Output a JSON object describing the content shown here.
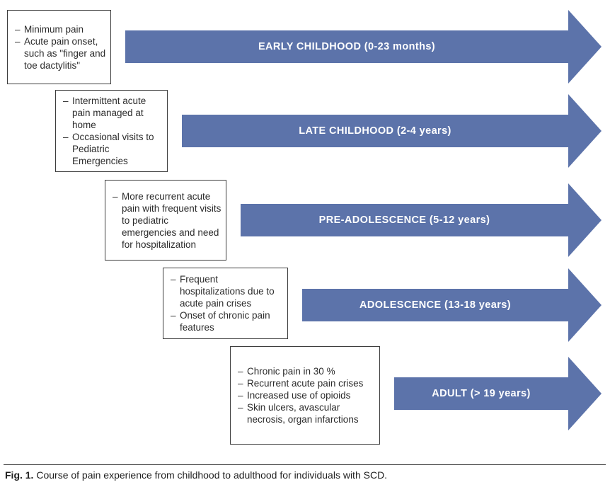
{
  "bullet_marker": "–",
  "arrow_color": "#5C73AA",
  "stages": [
    {
      "label": "EARLY CHILDHOOD (0-23 months)",
      "bullets": [
        "Minimum pain",
        "Acute pain onset, such as \"finger and toe dactylitis\""
      ]
    },
    {
      "label": "LATE CHILDHOOD (2-4 years)",
      "bullets": [
        "Intermittent acute pain managed at home",
        "Occasional visits to Pediatric Emergencies"
      ]
    },
    {
      "label": "PRE-ADOLESCENCE (5-12 years)",
      "bullets": [
        "More recurrent acute pain with frequent visits to pediatric emergencies and need for hospitalization"
      ]
    },
    {
      "label": "ADOLESCENCE (13-18 years)",
      "bullets": [
        "Frequent hospitalizations due to acute pain crises",
        "Onset of chronic pain features"
      ]
    },
    {
      "label": "ADULT (> 19 years)",
      "bullets": [
        "Chronic pain in 30 %",
        "Recurrent acute pain crises",
        "Increased use of opioids",
        "Skin ulcers, avascular necrosis, organ infarctions"
      ]
    }
  ],
  "caption": {
    "fig_label": "Fig. 1.",
    "text": "Course of pain experience from childhood to adulthood for individuals with SCD."
  }
}
